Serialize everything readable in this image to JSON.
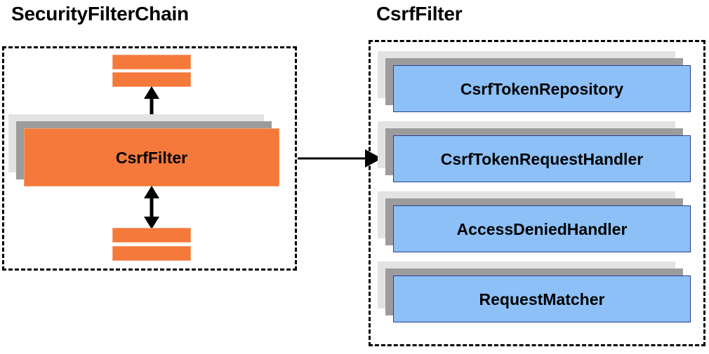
{
  "diagram": {
    "type": "component-relationship-diagram",
    "colors": {
      "orange_fill": "#f4793a",
      "orange_border": "#f9a071",
      "blue_fill": "#8cc0f7",
      "blue_border": "#2a3f8f",
      "shadow_dark": "#9c9c9c",
      "shadow_light": "#e3e3e3",
      "outline": "#000000",
      "background": "#ffffff"
    },
    "panels": [
      {
        "id": "security-filter-chain",
        "title": "SecurityFilterChain",
        "border_style": "dashed",
        "nodes": [
          {
            "id": "strip-top-1",
            "label": "",
            "shape": "strip",
            "color": "orange"
          },
          {
            "id": "strip-top-2",
            "label": "",
            "shape": "strip",
            "color": "orange"
          },
          {
            "id": "csrf-filter",
            "label": "CsrfFilter",
            "shape": "box",
            "color": "orange"
          },
          {
            "id": "strip-bottom-1",
            "label": "",
            "shape": "strip",
            "color": "orange"
          },
          {
            "id": "strip-bottom-2",
            "label": "",
            "shape": "strip",
            "color": "orange"
          }
        ],
        "connectors": [
          {
            "id": "arrow-up",
            "type": "double-headed-vertical"
          },
          {
            "id": "arrow-down",
            "type": "double-headed-vertical"
          }
        ]
      },
      {
        "id": "csrf-filter-detail",
        "title": "CsrfFilter",
        "border_style": "dashed",
        "nodes": [
          {
            "id": "csrf-token-repository",
            "label": "CsrfTokenRepository",
            "shape": "box",
            "color": "blue"
          },
          {
            "id": "csrf-token-request-handler",
            "label": "CsrfTokenRequestHandler",
            "shape": "box",
            "color": "blue"
          },
          {
            "id": "access-denied-handler",
            "label": "AccessDeniedHandler",
            "shape": "box",
            "color": "blue"
          },
          {
            "id": "request-matcher",
            "label": "RequestMatcher",
            "shape": "box",
            "color": "blue"
          }
        ]
      }
    ],
    "cross_panel_connector": {
      "id": "expands-into-arrow",
      "type": "single-headed-horizontal",
      "from": "security-filter-chain",
      "to": "csrf-filter-detail",
      "label": ""
    }
  }
}
